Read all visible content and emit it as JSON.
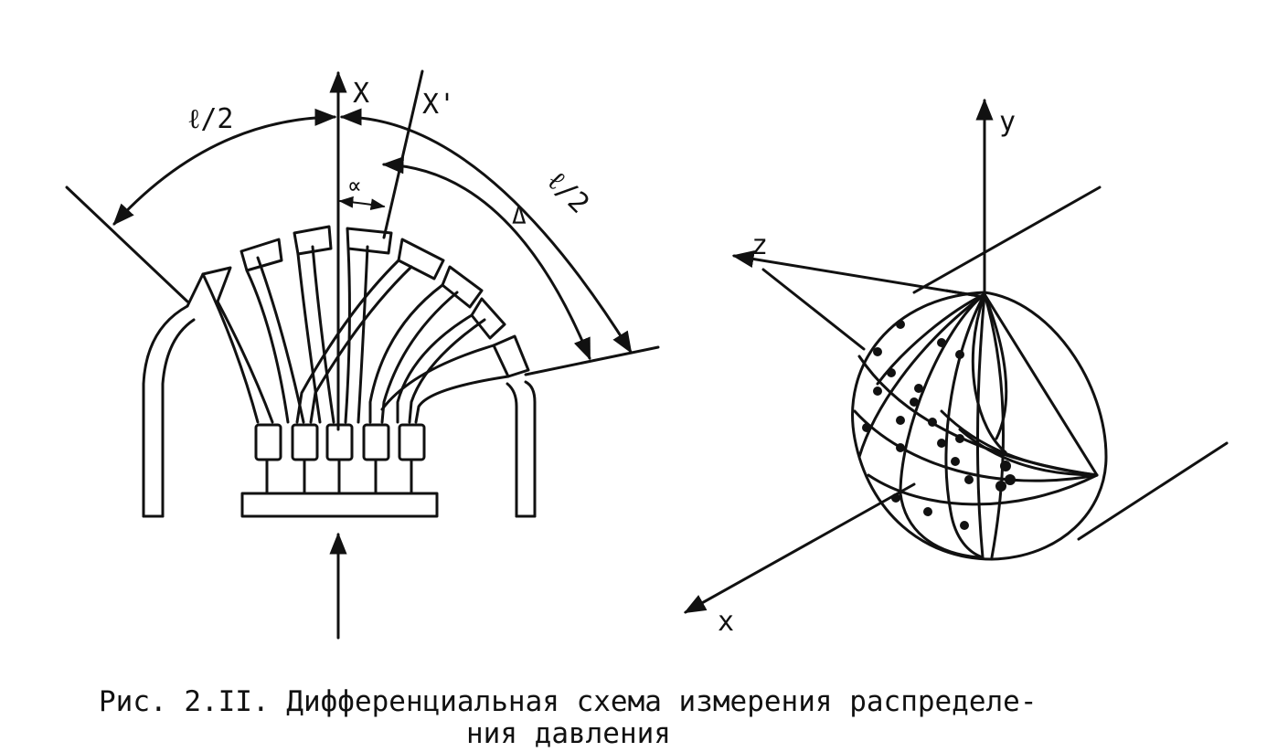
{
  "diagram": {
    "left": {
      "axis_x_label": "X",
      "axis_x_prime_label": "X'",
      "half_length_left_label": "ℓ/2",
      "half_length_right_label": "ℓ/2",
      "alpha_label": "∝",
      "delta_label": "Δ"
    },
    "right": {
      "axis_y_label": "y",
      "axis_z_label": "z",
      "axis_x_label": "x"
    }
  },
  "caption": {
    "line1": "Рис. 2.II. Дифференциальная схема измерения распределе-",
    "line2": "ния давления"
  }
}
